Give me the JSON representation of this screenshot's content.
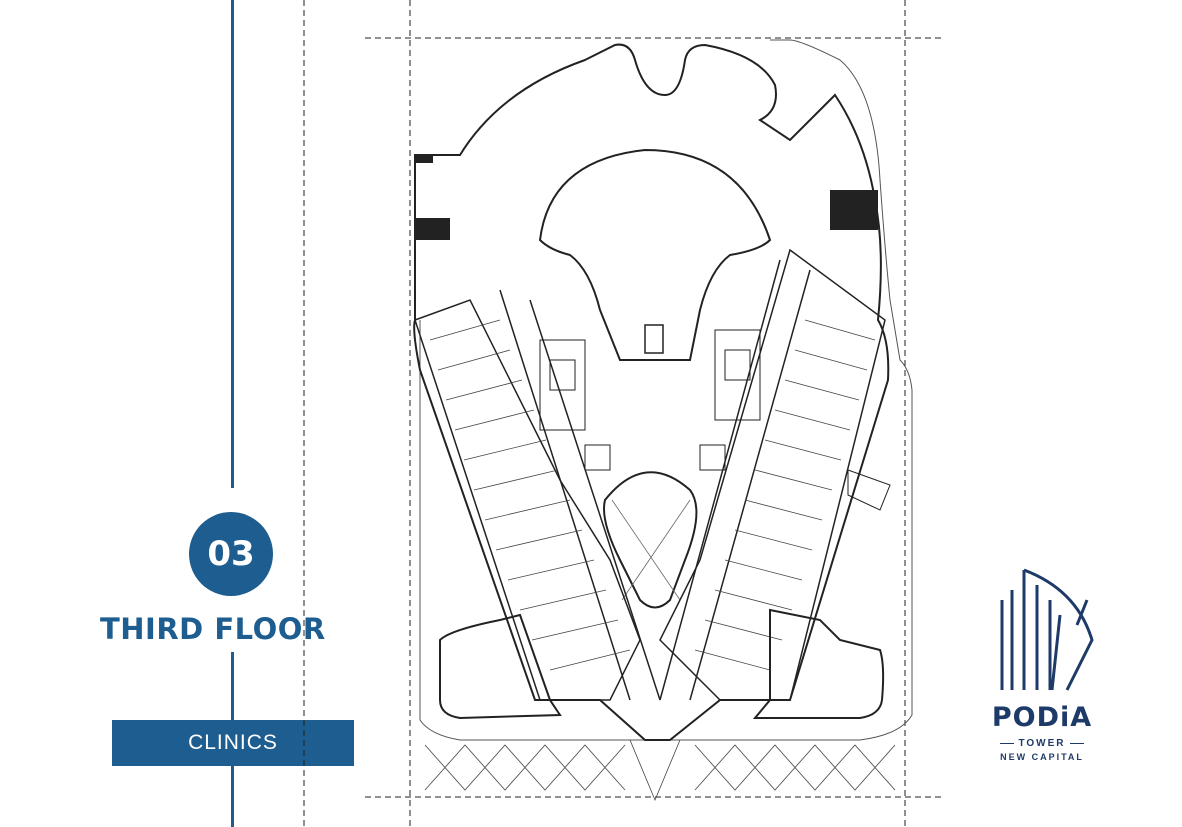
{
  "floor": {
    "number": "03",
    "title": "THIRD FLOOR",
    "use": "CLINICS"
  },
  "logo": {
    "name": "PODiA",
    "subtitle": "TOWER",
    "location": "NEW CAPITAL"
  },
  "colors": {
    "accent": "#1e5d8f",
    "logo": "#1e3a68",
    "linework": "#222222"
  }
}
